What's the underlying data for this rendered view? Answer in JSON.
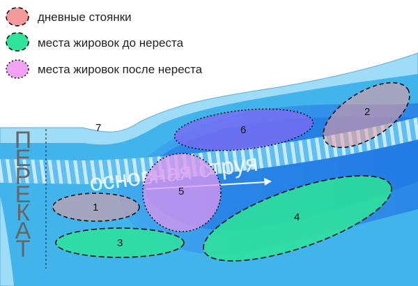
{
  "legend": [
    {
      "label": "дневные стоянки",
      "fill": "#f59a9a",
      "key": "day"
    },
    {
      "label": "места жировок до нереста",
      "fill": "#2ee39a",
      "key": "pre"
    },
    {
      "label": "места жировок после нереста",
      "fill": "#f2a2f2",
      "key": "post"
    }
  ],
  "river": {
    "main_current_label": "основная струя",
    "rift_label": "ПЕРЕКАТ"
  },
  "zones": [
    {
      "number": "1",
      "type": "day"
    },
    {
      "number": "2",
      "type": "day"
    },
    {
      "number": "3",
      "type": "pre"
    },
    {
      "number": "4",
      "type": "pre"
    },
    {
      "number": "5",
      "type": "post"
    },
    {
      "number": "6",
      "type": "post"
    },
    {
      "number": "7",
      "type": "bank"
    }
  ],
  "colors": {
    "water_light": "#9fdcf7",
    "water_mid": "#41b4ec",
    "water_deep": "#1e73e4"
  }
}
